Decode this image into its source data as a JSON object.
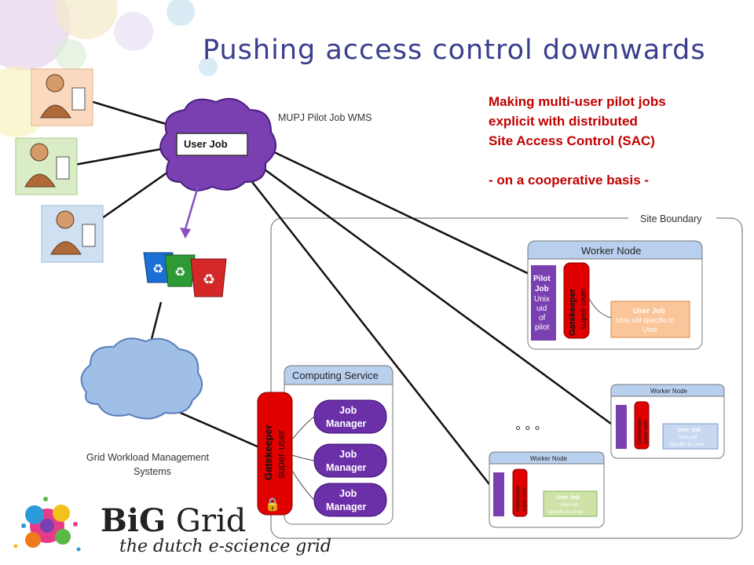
{
  "title": "Pushing access control downwards",
  "note": {
    "lines": [
      "Making multi-user pilot jobs",
      "explicit with distributed",
      "Site Access Control (SAC)",
      "",
      "- on a cooperative basis -"
    ]
  },
  "wms": {
    "label": "MUPJ Pilot Job WMS",
    "user_job": "User Job"
  },
  "site_boundary": "Site Boundary",
  "grid_wms": {
    "line1": "Grid Workload Management",
    "line2": "Systems"
  },
  "computing_service": {
    "title": "Computing Service",
    "gatekeeper1": "Gatekeeper",
    "gatekeeper2": "super-user",
    "job_manager1": "Job",
    "job_manager2": "Manager"
  },
  "worker_node_main": {
    "title": "Worker Node",
    "pilot": [
      "Pilot",
      "Job",
      "Unix",
      "uid",
      "of",
      "pilot"
    ],
    "gatekeeper1": "Gatekeeper",
    "gatekeeper2": "super-user",
    "user_job_title": "User Job",
    "user_job_text1": "Unix uid specific to",
    "user_job_text2": "User"
  },
  "worker_node_small": {
    "title": "Worker Node",
    "gatekeeper1": "Gatekeeper",
    "gatekeeper2": "super-user",
    "user_job_title": "User Job",
    "user_job_text1": "Unix uid",
    "user_job_text2": "specific to User"
  },
  "ellipsis": "° ° °",
  "logo": {
    "brand_bold": "BiG",
    "brand_rest": " Grid",
    "tagline": "the dutch e-science grid"
  },
  "colors": {
    "title": "#3a3e8c",
    "note": "#c00000",
    "cloud_purple": "#7a3fb0",
    "job_manager": "#6b2fa8",
    "gatekeeper": "#e00000",
    "user_job_orange": "#fbc59a",
    "user_job_green": "#cfe2a8",
    "user_job_blue": "#c8d8f0"
  }
}
